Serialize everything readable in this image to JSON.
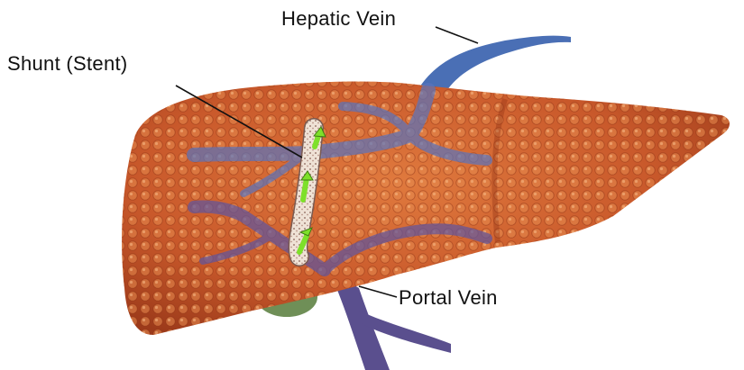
{
  "labels": {
    "hepatic_vein": "Hepatic Vein",
    "shunt": "Shunt (Stent)",
    "portal_vein": "Portal Vein"
  },
  "colors": {
    "liver": "#c9592b",
    "liver_dark": "#a23d1c",
    "liver_light": "#e98b4f",
    "hepatic_vein": "#4a6fb5",
    "portal_vein": "#5a4f8e",
    "gallbladder": "#6f8f57",
    "stent": "#e8d8cc",
    "flow_arrow": "#7ee02a",
    "leader": "#111111"
  }
}
